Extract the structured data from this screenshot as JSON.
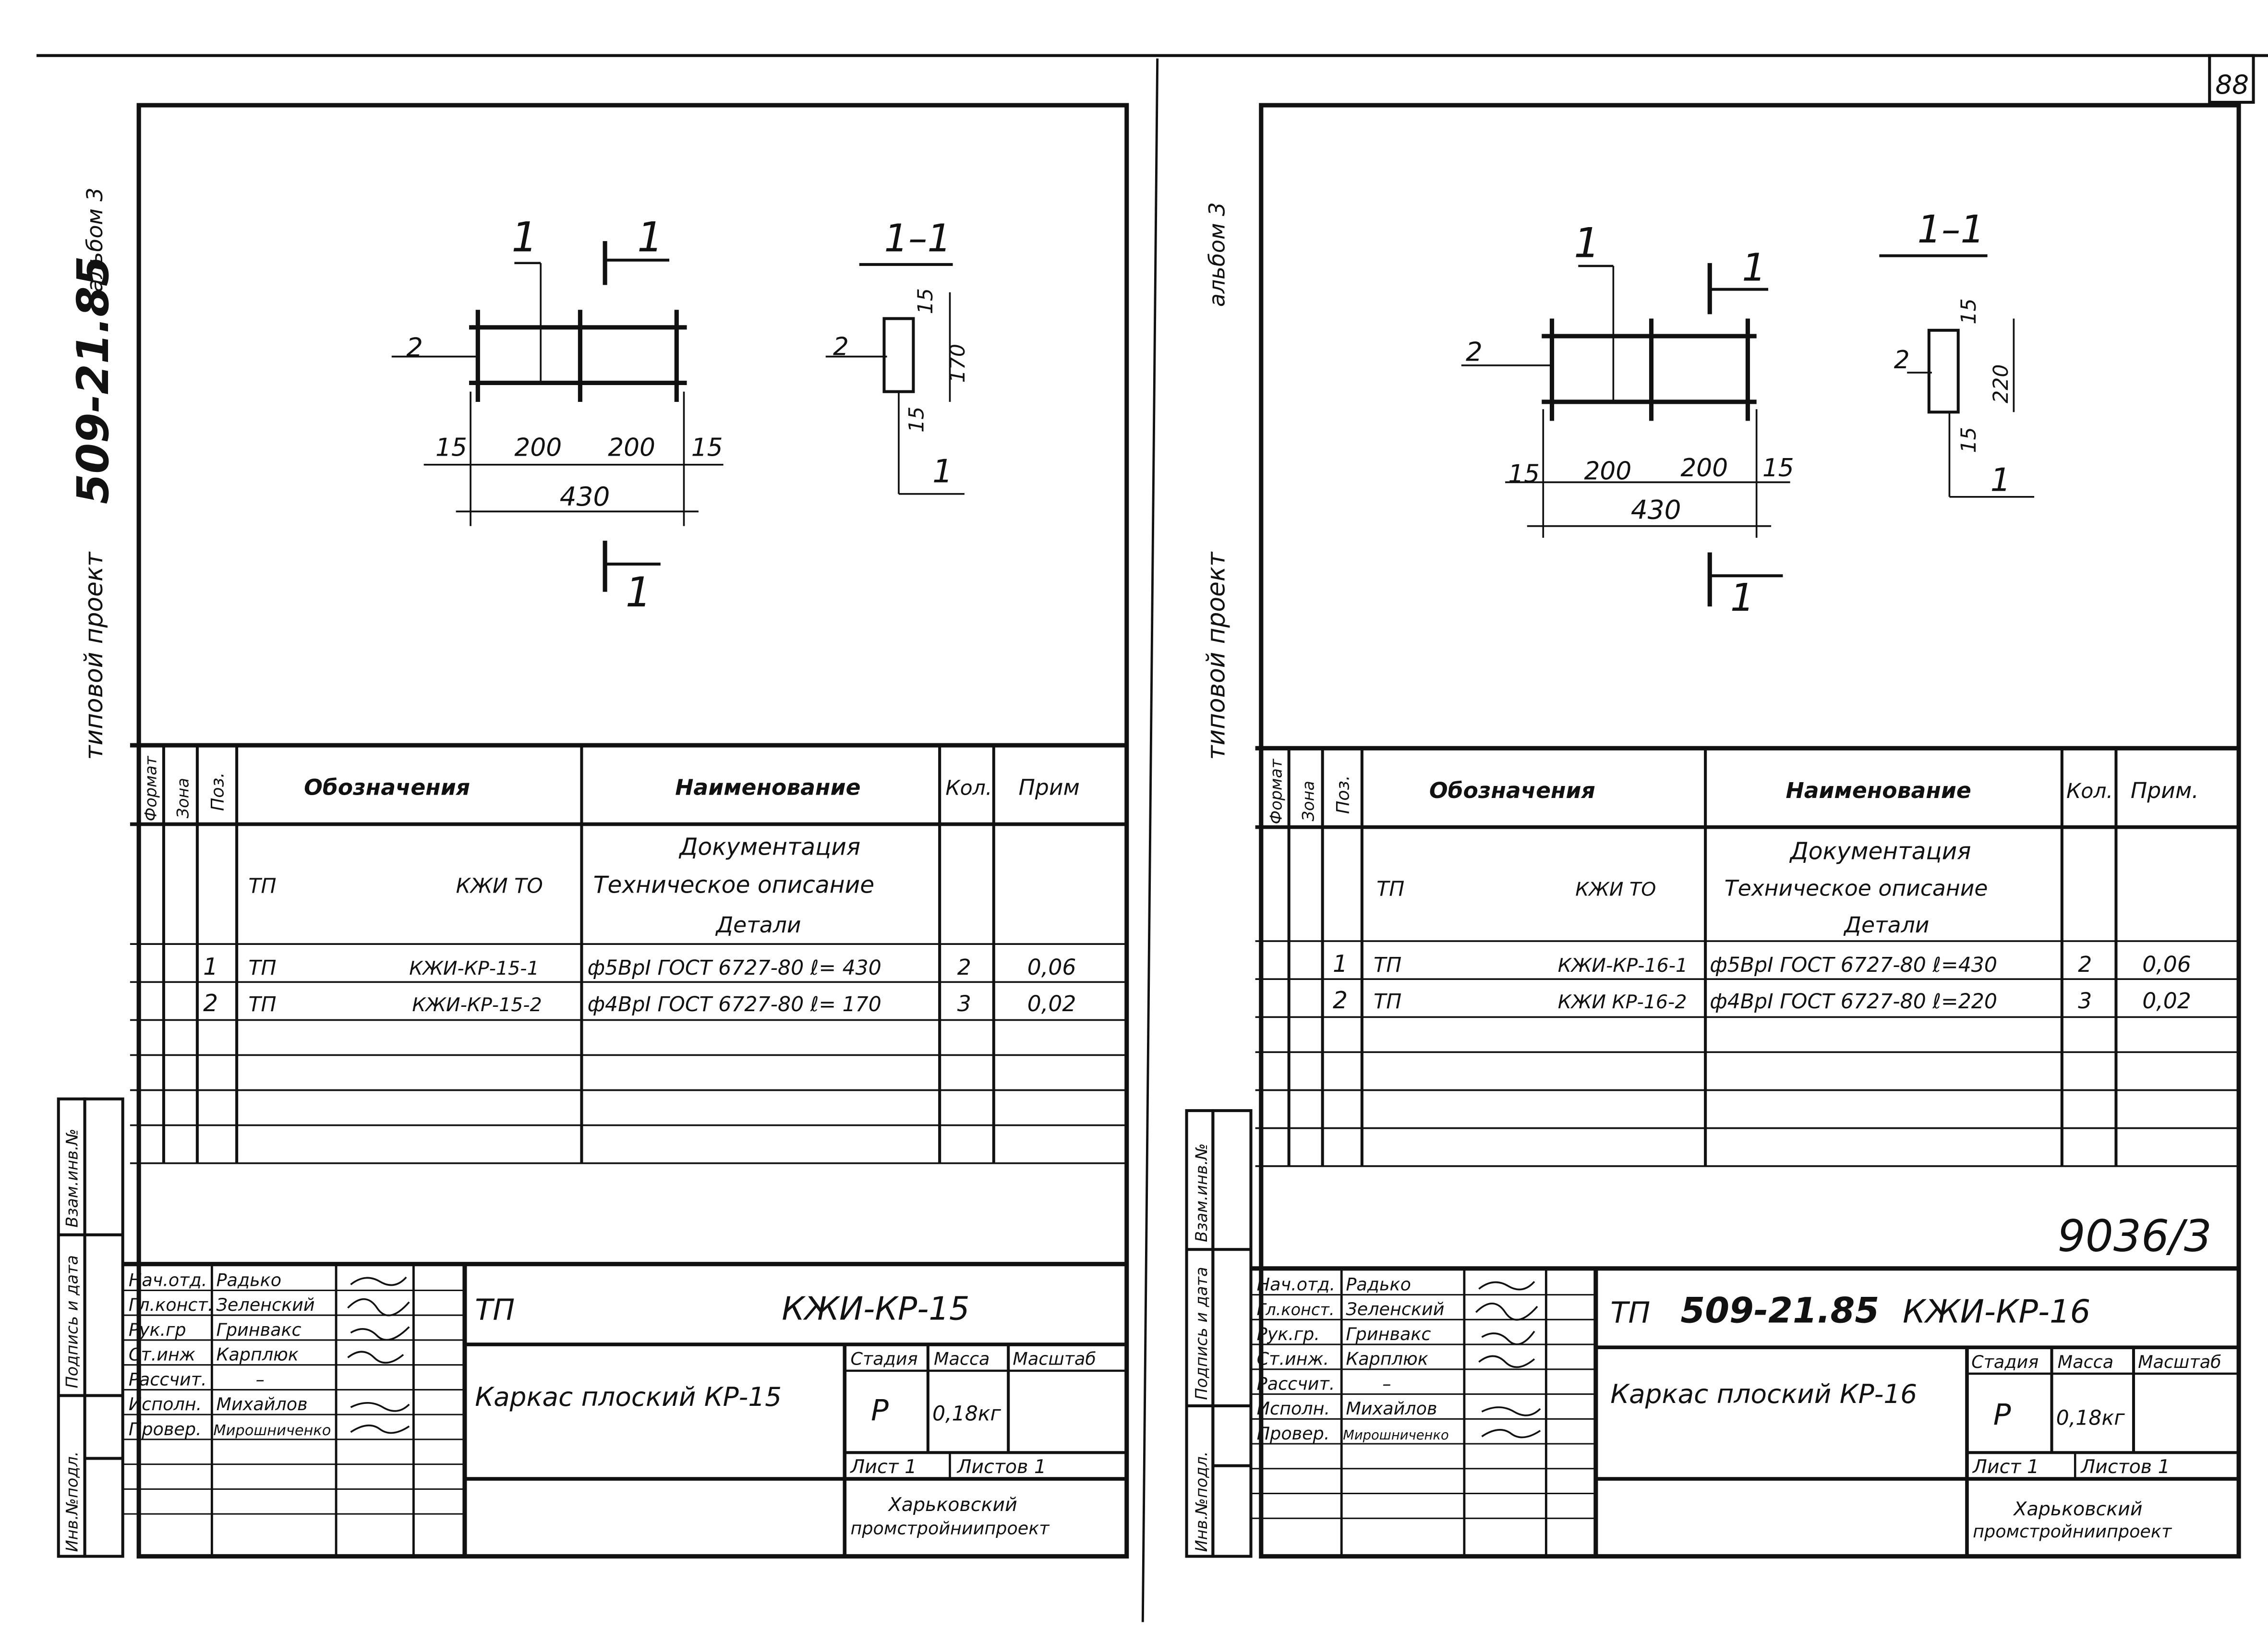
{
  "page_number": "88",
  "sheet_stamp": "9036/3",
  "sheets": [
    {
      "side_project": "типовой проект",
      "side_number": "509-21.85",
      "side_album": "альбом 3",
      "drawing": {
        "callout_1": "1",
        "callout_2": "2",
        "cut_mark": "1",
        "dims_bottom": [
          "15",
          "200",
          "200",
          "15"
        ],
        "dim_total": "430",
        "section_title": "1–1",
        "section_top": "15",
        "section_height": "170",
        "section_bottom": "15",
        "section_label_left": "2",
        "section_label_right": "1"
      },
      "spec": {
        "headers": [
          "Формат",
          "Зона",
          "Поз.",
          "Обозначения",
          "Наименование",
          "Кол.",
          "Прим"
        ],
        "doc_left_1": "ТП",
        "doc_left_2": "КЖИ ТО",
        "doc_title": "Документация",
        "doc_desc": "Техническое описание",
        "doc_parts": "Детали",
        "rows": [
          {
            "pos": "1",
            "tp": "ТП",
            "code": "КЖИ-КР-15-1",
            "name": "ф5ВрI ГОСТ 6727-80  ℓ= 430",
            "qty": "2",
            "note": "0,06"
          },
          {
            "pos": "2",
            "tp": "ТП",
            "code": "КЖИ-КР-15-2",
            "name": "ф4ВрI ГОСТ 6727-80  ℓ= 170",
            "qty": "3",
            "note": "0,02"
          }
        ]
      },
      "side_stamps": [
        "Инв.№подл.",
        "Подпись и дата",
        "Взам.инв.№"
      ],
      "titleblock": {
        "roles": [
          "Нач.отд.",
          "Гл.конст.",
          "Рук.гр",
          "Ст.инж",
          "Рассчит.",
          "Исполн.",
          "Провер."
        ],
        "names": [
          "Радько",
          "Зеленский",
          "Гринвакс",
          "Карплюк",
          "–",
          "Михайлов",
          "Мирошниченко"
        ],
        "tp": "ТП",
        "project_no": "",
        "code": "КЖИ-КР-15",
        "title": "Каркас плоский  КР-15",
        "stage_label": "Стадия",
        "mass_label": "Масса",
        "scale_label": "Масштаб",
        "stage": "Р",
        "mass": "0,18кг",
        "sheet_label": "Лист 1",
        "sheets_label": "Листов 1",
        "org_1": "Харьковский",
        "org_2": "промстройниипроект"
      }
    },
    {
      "side_project": "типовой проект",
      "side_number": "",
      "side_album": "альбом 3",
      "drawing": {
        "callout_1": "1",
        "callout_2": "2",
        "cut_mark": "1",
        "dims_bottom": [
          "15",
          "200",
          "200",
          "15"
        ],
        "dim_total": "430",
        "section_title": "1–1",
        "section_top": "15",
        "section_height": "220",
        "section_bottom": "15",
        "section_label_left": "2",
        "section_label_right": "1"
      },
      "spec": {
        "headers": [
          "Формат",
          "Зона",
          "Поз.",
          "Обозначения",
          "Наименование",
          "Кол.",
          "Прим."
        ],
        "doc_left_1": "ТП",
        "doc_left_2": "КЖИ ТО",
        "doc_title": "Документация",
        "doc_desc": "Техническое описание",
        "doc_parts": "Детали",
        "rows": [
          {
            "pos": "1",
            "tp": "ТП",
            "code": "КЖИ-КР-16-1",
            "name": "ф5ВрI ГОСТ 6727-80  ℓ=430",
            "qty": "2",
            "note": "0,06"
          },
          {
            "pos": "2",
            "tp": "ТП",
            "code": "КЖИ КР-16-2",
            "name": "ф4ВрI ГОСТ 6727-80  ℓ=220",
            "qty": "3",
            "note": "0,02"
          }
        ]
      },
      "side_stamps": [
        "Инв.№подл.",
        "Подпись и дата",
        "Взам.инв.№"
      ],
      "titleblock": {
        "roles": [
          "Нач.отд.",
          "Гл.конст.",
          "Рук.гр.",
          "Ст.инж.",
          "Рассчит.",
          "Исполн.",
          "Провер."
        ],
        "names": [
          "Радько",
          "Зеленский",
          "Гринвакс",
          "Карплюк",
          "–",
          "Михайлов",
          "Мирошниченко"
        ],
        "tp": "ТП",
        "project_no": "509-21.85",
        "code": "КЖИ-КР-16",
        "title": "Каркас плоский  КР-16",
        "stage_label": "Стадия",
        "mass_label": "Масса",
        "scale_label": "Масштаб",
        "stage": "Р",
        "mass": "0,18кг",
        "sheet_label": "Лист 1",
        "sheets_label": "Листов 1",
        "org_1": "Харьковский",
        "org_2": "промстройниипроект"
      }
    }
  ]
}
